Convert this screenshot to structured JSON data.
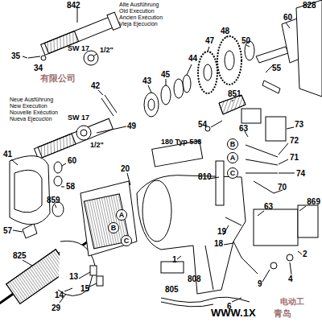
{
  "diagram": {
    "nodes": [
      {
        "text": [
          "A"
        ]
      },
      {
        "text": [
          "B"
        ]
      },
      {
        "text": [
          "C"
        ]
      },
      {
        "text": [
          "B"
        ]
      },
      {
        "text": [
          "A"
        ]
      },
      {
        "text": [
          "C"
        ]
      }
    ],
    "labels": [
      "842",
      "Alte Ausführung",
      "Old Execution",
      "Ancien Exécution",
      "Vieja Ejecución",
      "35",
      "34",
      "SW 17",
      "1/2\"",
      "Neue Ausführung",
      "New Execution",
      "Nouvelle Exécution",
      "Nueva Ejecución",
      "42",
      "SW 17",
      "49",
      "1/2\"",
      "43",
      "45",
      "44",
      "47",
      "48",
      "50",
      "55",
      "60",
      "828",
      "851",
      "54",
      "41",
      "60",
      "58",
      "859",
      "57",
      "825",
      "29",
      "20",
      "180 Typ 538",
      "73",
      "72",
      "71",
      "74",
      "63",
      "810",
      "70",
      "63",
      "869",
      "19",
      "18",
      "1",
      "808",
      "13",
      "15",
      "14",
      "805",
      "6",
      "9",
      "4",
      "2",
      "WWW.1X",
      "青岛",
      "电动工",
      "有限公司"
    ]
  }
}
